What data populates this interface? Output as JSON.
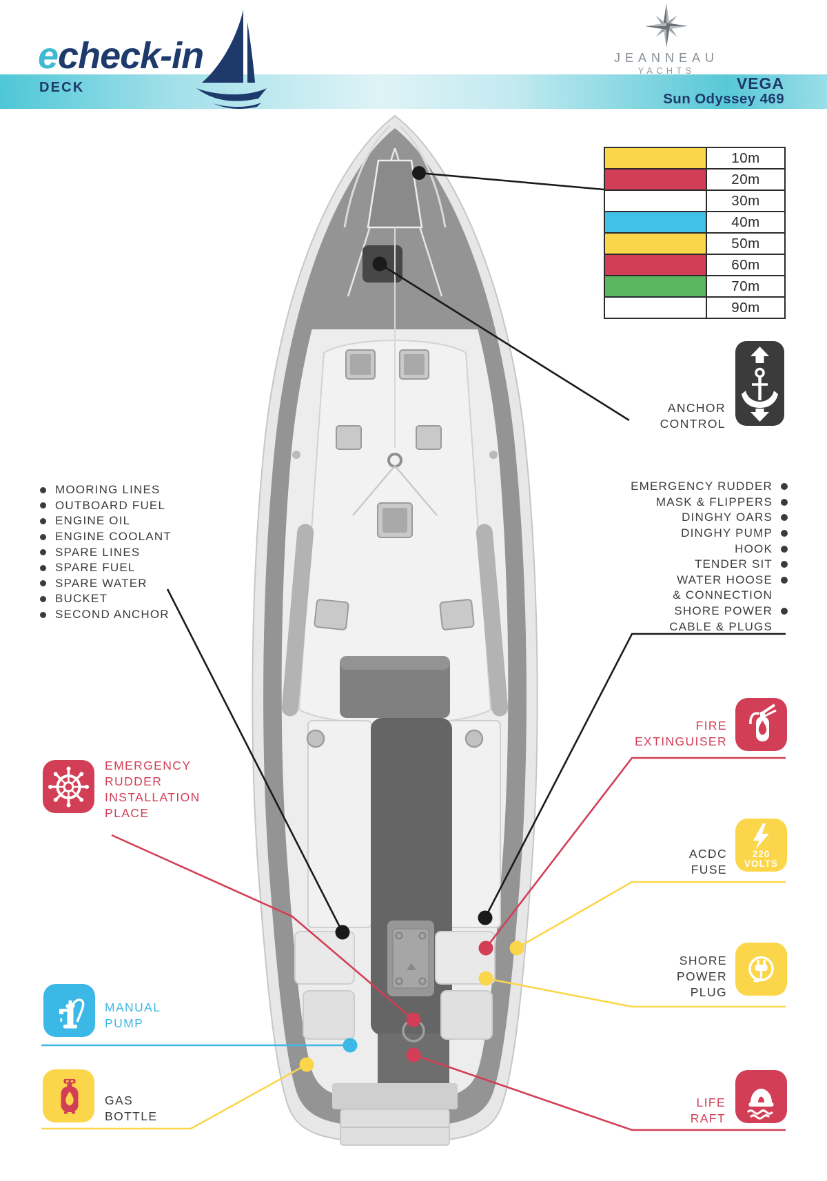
{
  "palette": {
    "navy": "#1D3A6B",
    "logo_cyan": "#3FBAD3",
    "bar_teal": "#4EC7D7",
    "yellow": "#FBD64A",
    "red": "#D23E55",
    "green": "#5CB860",
    "blue": "#41C0E8",
    "pump_cyan": "#3CB8E6",
    "dark_text": "#3B3B3B",
    "line_black": "#1A1A1A",
    "icon_dark": "#3B3B3B",
    "white": "#FFFFFF"
  },
  "header": {
    "logo_e": "e",
    "logo_rest": "check-in",
    "brand_name": "JEANNEAU",
    "brand_sub": "YACHTS",
    "section": "DECK",
    "boat_name": "VEGA",
    "model": "Sun Odyssey 469"
  },
  "mooring_table": {
    "rows": [
      {
        "color": "#FBD64A",
        "length": "10m"
      },
      {
        "color": "#D23E55",
        "length": "20m"
      },
      {
        "color": "#FFFFFF",
        "length": "30m"
      },
      {
        "color": "#41C0E8",
        "length": "40m"
      },
      {
        "color": "#FBD64A",
        "length": "50m"
      },
      {
        "color": "#D23E55",
        "length": "60m"
      },
      {
        "color": "#5CB860",
        "length": "70m"
      },
      {
        "color": "#FFFFFF",
        "length": "90m"
      }
    ]
  },
  "anchor_control": {
    "line1": "ANCHOR",
    "line2": "CONTROL",
    "icon": "anchor-windlass-control-icon",
    "icon_bg": "#3B3B3B",
    "color": "#3B3B3B"
  },
  "left_list": {
    "items": [
      "MOORING LINES",
      "OUTBOARD FUEL",
      "ENGINE OIL",
      "ENGINE COOLANT",
      "SPARE LINES",
      "SPARE FUEL",
      "SPARE WATER",
      "BUCKET",
      "SECOND ANCHOR"
    ]
  },
  "right_list": {
    "items": [
      "EMERGENCY RUDDER",
      "MASK & FLIPPERS",
      "DINGHY OARS",
      "DINGHY PUMP",
      "HOOK",
      "TENDER SIT",
      "WATER HOOSE",
      "& CONNECTION",
      "SHORE POWER",
      "CABLE & PLUGS"
    ]
  },
  "labels": {
    "emergency_rudder": {
      "l1": "EMERGENCY",
      "l2": "RUDDER",
      "l3": "INSTALLATION",
      "l4": "PLACE",
      "color": "#D23E55",
      "icon_bg": "#D23E55",
      "icon": "ship-wheel-icon"
    },
    "fire_extinguisher": {
      "l1": "FIRE",
      "l2": "EXTINGUISER",
      "color": "#D23E55",
      "icon_bg": "#D23E55",
      "icon": "fire-extinguisher-icon"
    },
    "acdc_fuse": {
      "l1": "ACDC",
      "l2": "FUSE",
      "color": "#3B3B3B",
      "icon_bg": "#FBD64A",
      "icon": "lightning-bolt-icon",
      "badge_line1": "220",
      "badge_line2": "VOLTS"
    },
    "shore_power_plug": {
      "l1": "SHORE",
      "l2": "POWER",
      "l3": "PLUG",
      "color": "#3B3B3B",
      "icon_bg": "#FBD64A",
      "icon": "power-plug-icon"
    },
    "manual_pump": {
      "l1": "MANUAL",
      "l2": "PUMP",
      "color": "#3CB8E6",
      "icon_bg": "#3CB8E6",
      "icon": "hand-pump-icon"
    },
    "gas_bottle": {
      "l1": "GAS",
      "l2": "BOTTLE",
      "color": "#3B3B3B",
      "icon_bg": "#FBD64A",
      "icon": "gas-bottle-icon"
    },
    "life_raft": {
      "l1": "LIFE",
      "l2": "RAFT",
      "color": "#D23E55",
      "icon_bg": "#D23E55",
      "icon": "life-raft-icon"
    }
  }
}
